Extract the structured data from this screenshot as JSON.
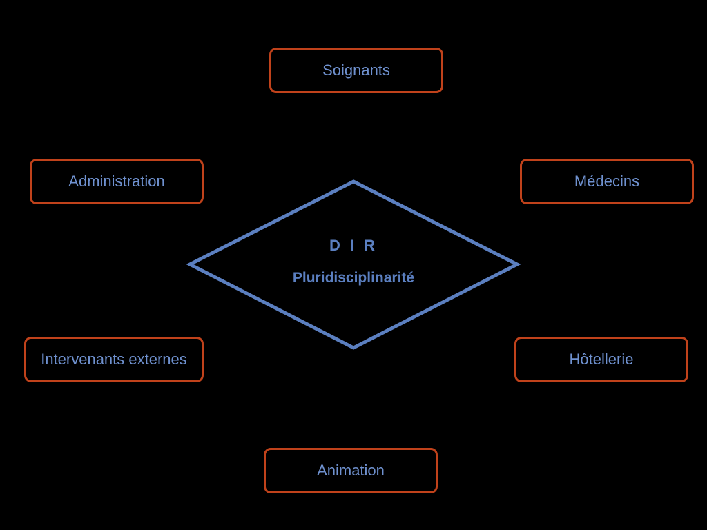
{
  "diagram": {
    "center": {
      "title": "D I R",
      "subtitle": "Pluridisciplinarité"
    },
    "nodes": {
      "soignants": "Soignants",
      "administration": "Administration",
      "medecins": "Médecins",
      "intervenants": "Intervenants externes",
      "hotellerie": "Hôtellerie",
      "animation": "Animation"
    }
  },
  "colors": {
    "background": "#000000",
    "box_border": "#c0421b",
    "box_text": "#6f91cf",
    "diamond_stroke": "#5b7fc0",
    "center_text": "#5b7fc0"
  }
}
